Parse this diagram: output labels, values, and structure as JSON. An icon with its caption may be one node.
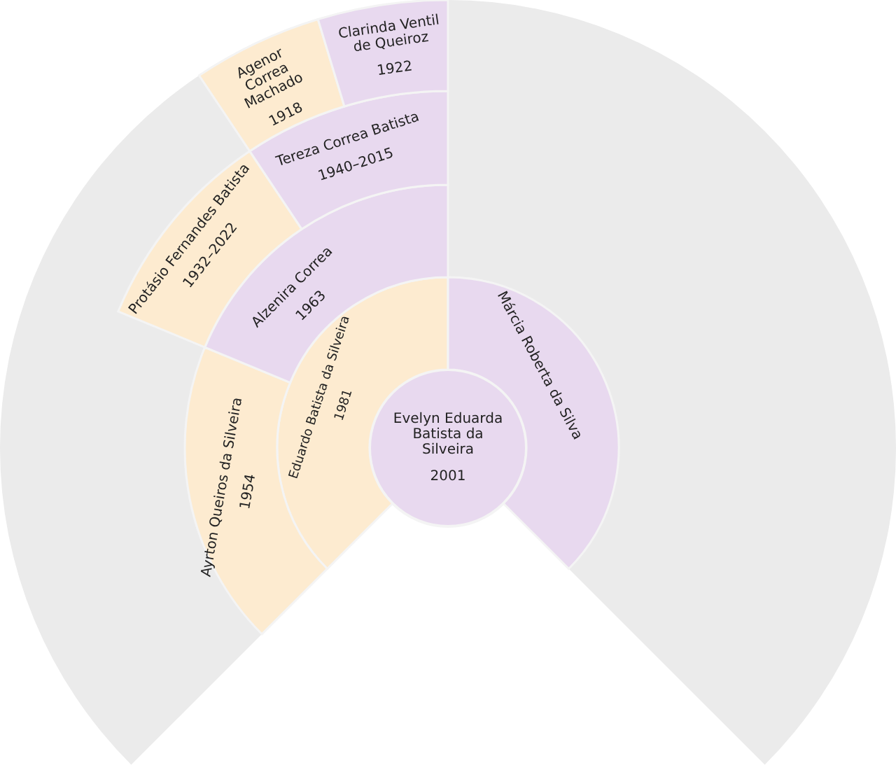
{
  "diagram": {
    "nodes": [
      {
        "text": [
          "Evelyn Eduarda Batista da Silveira",
          "2001"
        ]
      },
      {
        "text": [
          "Eduardo Batista da Silveira",
          "1981"
        ]
      },
      {
        "text": [
          "Márcia Roberta da Silva"
        ]
      },
      {
        "text": [
          "Ayrton Queiros da Silveira",
          "1954"
        ]
      },
      {
        "text": [
          "Alzenira Correa",
          "1963"
        ]
      },
      {
        "text": [
          "Protásio Fernandes Batista",
          "1932–2022"
        ]
      },
      {
        "text": [
          "Tereza Correa Batista",
          "1940–2015"
        ]
      },
      {
        "text": [
          "Agenor Correa Machado",
          "1918"
        ]
      },
      {
        "text": [
          "Clarinda Ventil de Queiroz",
          "1922"
        ]
      }
    ]
  }
}
